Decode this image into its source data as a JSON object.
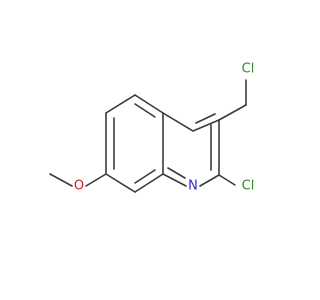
{
  "molecule": {
    "labels": {
      "cl_top": "Cl",
      "cl_ring": "Cl",
      "nitrogen": "N",
      "oxygen": "O"
    },
    "colors": {
      "bond": "#3a3a3a",
      "chlorine": "#2e8b2e",
      "nitrogen": "#2d2dcc",
      "oxygen": "#cc2222"
    }
  }
}
